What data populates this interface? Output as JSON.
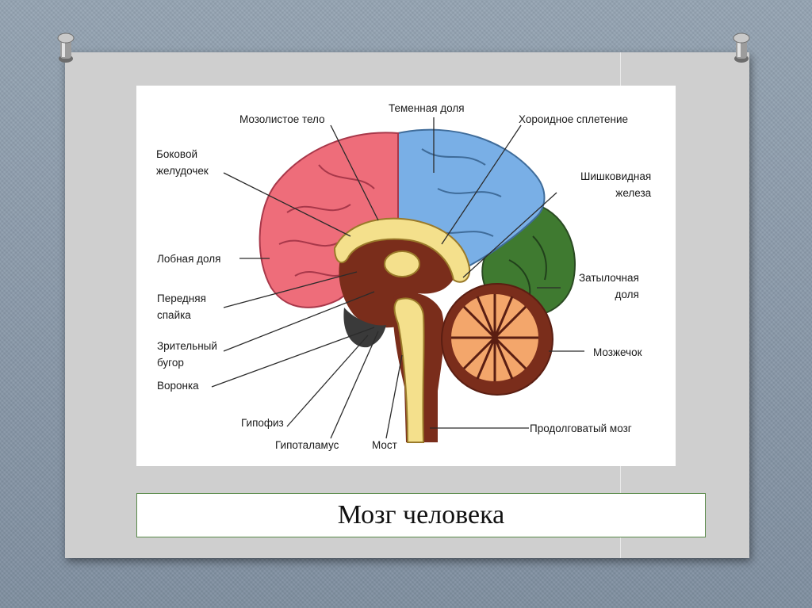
{
  "caption": "Мозг человека",
  "colors": {
    "frontal": "#ee6d7a",
    "parietal": "#79afe6",
    "occipital": "#3f7a30",
    "cerebellum": "#f3a66b",
    "brainstem": "#7a2d1b",
    "corpus": "#f4e08c",
    "dark": "#3a3a3a"
  },
  "labels": {
    "corpus_callosum": "Мозолистое тело",
    "parietal_lobe": "Теменная доля",
    "choroid_plexus": "Хороидное сплетение",
    "lateral_ventricle_1": "Боковой",
    "lateral_ventricle_2": "желудочек",
    "pineal_1": "Шишковидная",
    "pineal_2": "железа",
    "frontal_lobe": "Лобная доля",
    "occipital_1": "Затылочная",
    "occipital_2": "доля",
    "anterior_commissure_1": "Передняя",
    "anterior_commissure_2": "спайка",
    "thalamus_1": "Зрительный",
    "thalamus_2": "бугор",
    "cerebellum": "Мозжечок",
    "infundibulum": "Воронка",
    "pituitary": "Гипофиз",
    "hypothalamus": "Гипоталамус",
    "pons": "Мост",
    "medulla": "Продолговатый мозг"
  },
  "icons": {
    "pin_left": "pushpin-icon",
    "pin_right": "pushpin-icon"
  }
}
